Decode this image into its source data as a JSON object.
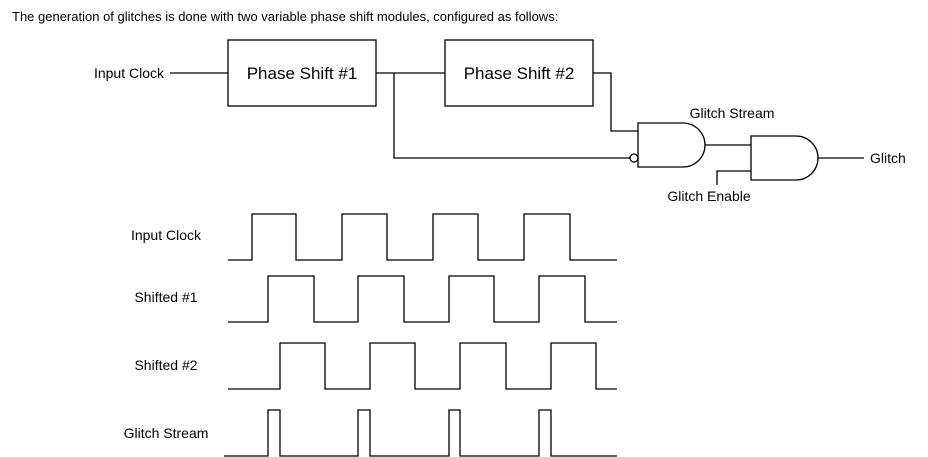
{
  "caption": "The generation of glitches is done with two variable phase shift modules, configured as follows:",
  "circuit": {
    "input_label": "Input Clock",
    "block1_label": "Phase Shift #1",
    "block2_label": "Phase Shift #2",
    "gate1_output_label": "Glitch Stream",
    "enable_label": "Glitch Enable",
    "output_label": "Glitch"
  },
  "waveforms": [
    {
      "label": "Input Clock"
    },
    {
      "label": "Shifted #1"
    },
    {
      "label": "Shifted #2"
    },
    {
      "label": "Glitch Stream"
    }
  ]
}
